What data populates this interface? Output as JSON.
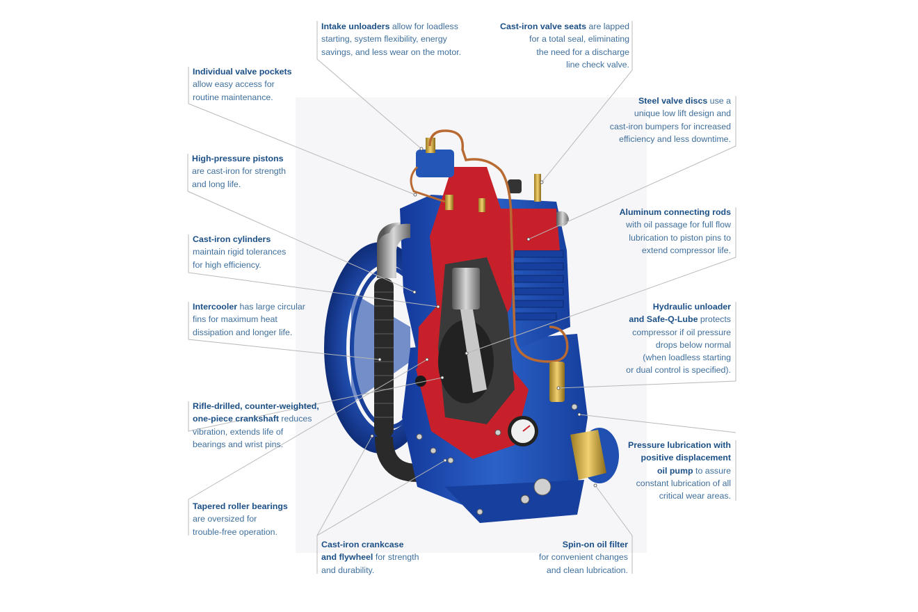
{
  "callouts": [
    {
      "id": "intake-unloaders",
      "lines": [
        {
          "b": "Intake unloaders",
          "t": " allow for loadless"
        },
        {
          "t": "starting, system flexibility, energy"
        },
        {
          "t": "savings, and less wear on the motor."
        }
      ]
    },
    {
      "id": "cast-iron-valve-seats",
      "lines": [
        {
          "b": "Cast-iron valve seats",
          "t": " are lapped"
        },
        {
          "t": "for a total seal, eliminating"
        },
        {
          "t": "the need for a discharge"
        },
        {
          "t": "line check valve."
        }
      ]
    },
    {
      "id": "individual-valve-pockets",
      "lines": [
        {
          "b": "Individual valve pockets"
        },
        {
          "t": "allow easy access for"
        },
        {
          "t": "routine maintenance."
        }
      ]
    },
    {
      "id": "steel-valve-discs",
      "lines": [
        {
          "b": "Steel valve discs",
          "t": " use a"
        },
        {
          "t": "unique low lift design and"
        },
        {
          "t": "cast-iron bumpers for increased"
        },
        {
          "t": "efficiency and less downtime."
        }
      ]
    },
    {
      "id": "high-pressure-pistons",
      "lines": [
        {
          "b": "High-pressure pistons"
        },
        {
          "t": "are cast-iron for strength"
        },
        {
          "t": "and long life."
        }
      ]
    },
    {
      "id": "aluminum-connecting-rods",
      "lines": [
        {
          "b": "Aluminum connecting rods"
        },
        {
          "t": "with oil passage for full flow"
        },
        {
          "t": "lubrication to piston pins to"
        },
        {
          "t": "extend compressor life."
        }
      ]
    },
    {
      "id": "cast-iron-cylinders",
      "lines": [
        {
          "b": "Cast-iron cylinders"
        },
        {
          "t": "maintain rigid tolerances"
        },
        {
          "t": "for high efficiency."
        }
      ]
    },
    {
      "id": "intercooler",
      "lines": [
        {
          "b": "Intercooler",
          "t": " has large circular"
        },
        {
          "t": "fins for maximum heat"
        },
        {
          "t": "dissipation and longer life."
        }
      ]
    },
    {
      "id": "hydraulic-unloader",
      "lines": [
        {
          "b": "Hydraulic unloader"
        },
        {
          "b": "and Safe-Q-Lube",
          "t": " protects"
        },
        {
          "t": "compressor if oil pressure"
        },
        {
          "t": "drops below normal"
        },
        {
          "t": "(when loadless starting"
        },
        {
          "t": "or dual control is specified)."
        }
      ]
    },
    {
      "id": "crankshaft",
      "lines": [
        {
          "b": "Rifle-drilled, counter-weighted,"
        },
        {
          "b": "one-piece crankshaft",
          "t": " reduces"
        },
        {
          "t": "vibration, extends life of"
        },
        {
          "t": "bearings and wrist pins."
        }
      ]
    },
    {
      "id": "pressure-lubrication",
      "lines": [
        {
          "b": "Pressure lubrication with"
        },
        {
          "b": "positive displacement"
        },
        {
          "b": "oil pump",
          "t": " to assure"
        },
        {
          "t": "constant lubrication of all"
        },
        {
          "t": "critical wear areas."
        }
      ]
    },
    {
      "id": "tapered-roller-bearings",
      "lines": [
        {
          "b": "Tapered roller bearings"
        },
        {
          "t": "are oversized for"
        },
        {
          "t": "trouble-free operation."
        }
      ]
    },
    {
      "id": "cast-iron-crankcase",
      "lines": [
        {
          "b": "Cast-iron crankcase"
        },
        {
          "b": "and flywheel",
          "t": " for strength"
        },
        {
          "t": "and durability."
        }
      ]
    },
    {
      "id": "spin-on-oil-filter",
      "lines": [
        {
          "b": "Spin-on oil filter"
        },
        {
          "t": "for convenient changes"
        },
        {
          "t": "and clean lubrication."
        }
      ]
    }
  ],
  "colors": {
    "cutaway_red": "#c8202a",
    "body_blue": "#1f4fb0",
    "label_blue": "#1b4f86",
    "text_blue": "#3f6f9c",
    "leader_gray": "#b8b8b8"
  }
}
